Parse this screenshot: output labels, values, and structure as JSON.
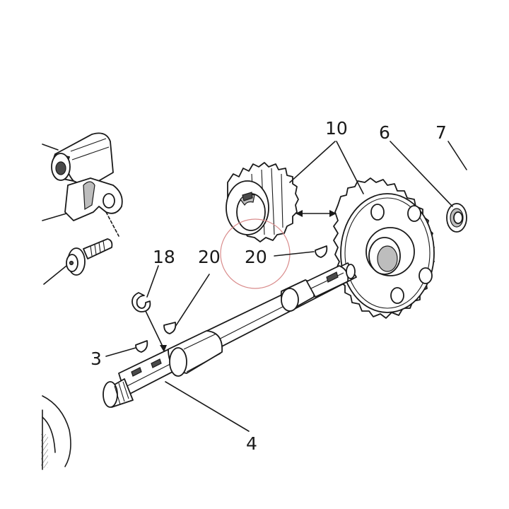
{
  "callouts": {
    "c10": "10",
    "c6": "6",
    "c7": "7",
    "c18": "18",
    "c20a": "20",
    "c20b": "20",
    "c3": "3",
    "c4": "4"
  },
  "colors": {
    "line": "#1a1a1a",
    "shade": "#bdbdbd",
    "highlight_circle": "#d98b8b"
  }
}
